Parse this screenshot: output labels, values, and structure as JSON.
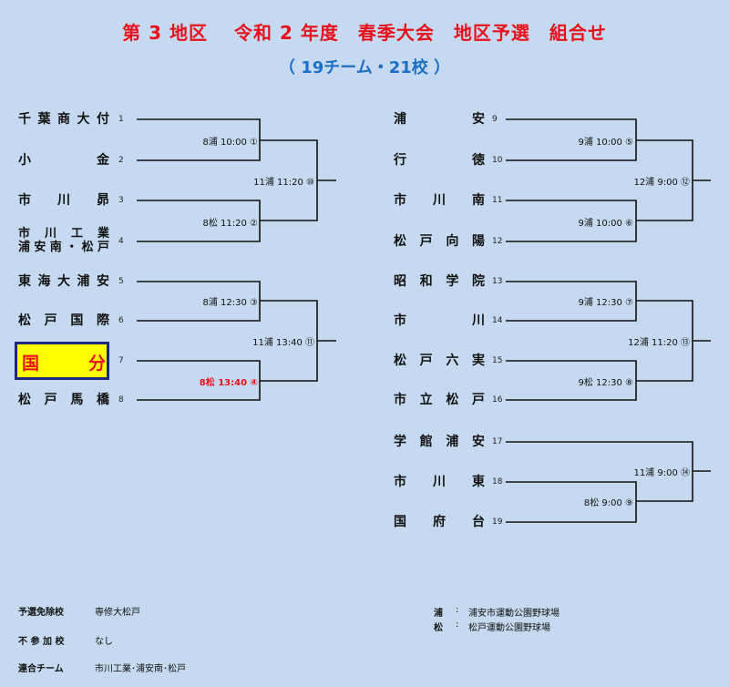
{
  "title": "第 3 地区　 令和 2 年度　春季大会　地区予選　組合せ",
  "subtitle": "（ 19チーム・21校 ）",
  "left_teams": [
    {
      "name": "千葉商大付",
      "seed": "1"
    },
    {
      "name": "小金",
      "seed": "2"
    },
    {
      "name": "市川昴",
      "seed": "3"
    },
    {
      "name": "市川工業",
      "name2": "浦安南・松戸",
      "seed": "4"
    },
    {
      "name": "東海大浦安",
      "seed": "5"
    },
    {
      "name": "松戸国際",
      "seed": "6"
    },
    {
      "name": "国分",
      "seed": "7",
      "highlight": true
    },
    {
      "name": "松戸馬橋",
      "seed": "8"
    }
  ],
  "right_teams": [
    {
      "name": "浦安",
      "seed": "9"
    },
    {
      "name": "行徳",
      "seed": "10"
    },
    {
      "name": "市川南",
      "seed": "11"
    },
    {
      "name": "松戸向陽",
      "seed": "12"
    },
    {
      "name": "昭和学院",
      "seed": "13"
    },
    {
      "name": "市川",
      "seed": "14"
    },
    {
      "name": "松戸六実",
      "seed": "15"
    },
    {
      "name": "市立松戸",
      "seed": "16"
    },
    {
      "name": "学館浦安",
      "seed": "17"
    },
    {
      "name": "市川東",
      "seed": "18"
    },
    {
      "name": "国府台",
      "seed": "19"
    }
  ],
  "matches": {
    "m1": "8浦 10:00 ①",
    "m2": "8松 11:20 ②",
    "m3": "8浦 12:30 ③",
    "m4": "8松 13:40 ④",
    "m10": "11浦 11:20 ⑩",
    "m11": "11浦 13:40 ⑪",
    "m5": "9浦 10:00 ⑤",
    "m6": "9浦 10:00 ⑥",
    "m7": "9浦 12:30 ⑦",
    "m8": "9松 12:30 ⑧",
    "m9": "8松 9:00 ⑨",
    "m12": "12浦 9:00 ⑫",
    "m13": "12浦 11:20 ⑬",
    "m14": "11浦 9:00 ⑭"
  },
  "colors": {
    "highlight_fill": "#ffff00",
    "highlight_border": "#1a2a80",
    "red": "#e8101a",
    "blue": "#1b6fc4",
    "background": "#c5daf0"
  },
  "footer": {
    "exempt_label": "予選免除校",
    "exempt_value": "専修大松戸",
    "absent_label": "不 参 加 校",
    "absent_value": "なし",
    "combined_label": "連合チーム",
    "combined_value": "市川工業･浦安南･松戸",
    "venue1_key": "浦",
    "venue1_sep": ":",
    "venue1_value": "浦安市運動公園野球場",
    "venue2_key": "松",
    "venue2_sep": ":",
    "venue2_value": "松戸運動公園野球場"
  }
}
